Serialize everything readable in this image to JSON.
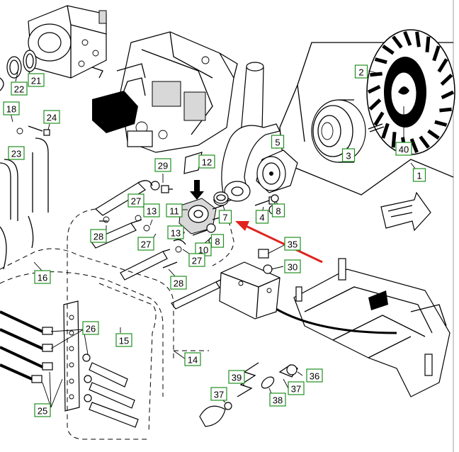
{
  "callouts": [
    {
      "id": "c2",
      "label": "2"
    },
    {
      "id": "c1",
      "label": "1"
    },
    {
      "id": "c3",
      "label": "3"
    },
    {
      "id": "c40",
      "label": "40"
    },
    {
      "id": "c5",
      "label": "5"
    },
    {
      "id": "c21",
      "label": "21"
    },
    {
      "id": "c22",
      "label": "22"
    },
    {
      "id": "c18",
      "label": "18"
    },
    {
      "id": "c24",
      "label": "24"
    },
    {
      "id": "c23",
      "label": "23"
    },
    {
      "id": "c12",
      "label": "12"
    },
    {
      "id": "c29",
      "label": "29"
    },
    {
      "id": "c11",
      "label": "11"
    },
    {
      "id": "c7",
      "label": "7"
    },
    {
      "id": "c4",
      "label": "4"
    },
    {
      "id": "c8a",
      "label": "8"
    },
    {
      "id": "c27a",
      "label": "27"
    },
    {
      "id": "c13a",
      "label": "13"
    },
    {
      "id": "c28a",
      "label": "28"
    },
    {
      "id": "c27b",
      "label": "27"
    },
    {
      "id": "c13b",
      "label": "13"
    },
    {
      "id": "c10",
      "label": "10"
    },
    {
      "id": "c8b",
      "label": "8"
    },
    {
      "id": "c27c",
      "label": "27"
    },
    {
      "id": "c35",
      "label": "35"
    },
    {
      "id": "c30",
      "label": "30"
    },
    {
      "id": "c16",
      "label": "16"
    },
    {
      "id": "c28b",
      "label": "28"
    },
    {
      "id": "c26",
      "label": "26"
    },
    {
      "id": "c15",
      "label": "15"
    },
    {
      "id": "c14",
      "label": "14"
    },
    {
      "id": "c39",
      "label": "39"
    },
    {
      "id": "c36",
      "label": "36"
    },
    {
      "id": "c37a",
      "label": "37"
    },
    {
      "id": "c37b",
      "label": "37"
    },
    {
      "id": "c38",
      "label": "38"
    },
    {
      "id": "c25",
      "label": "25"
    }
  ]
}
